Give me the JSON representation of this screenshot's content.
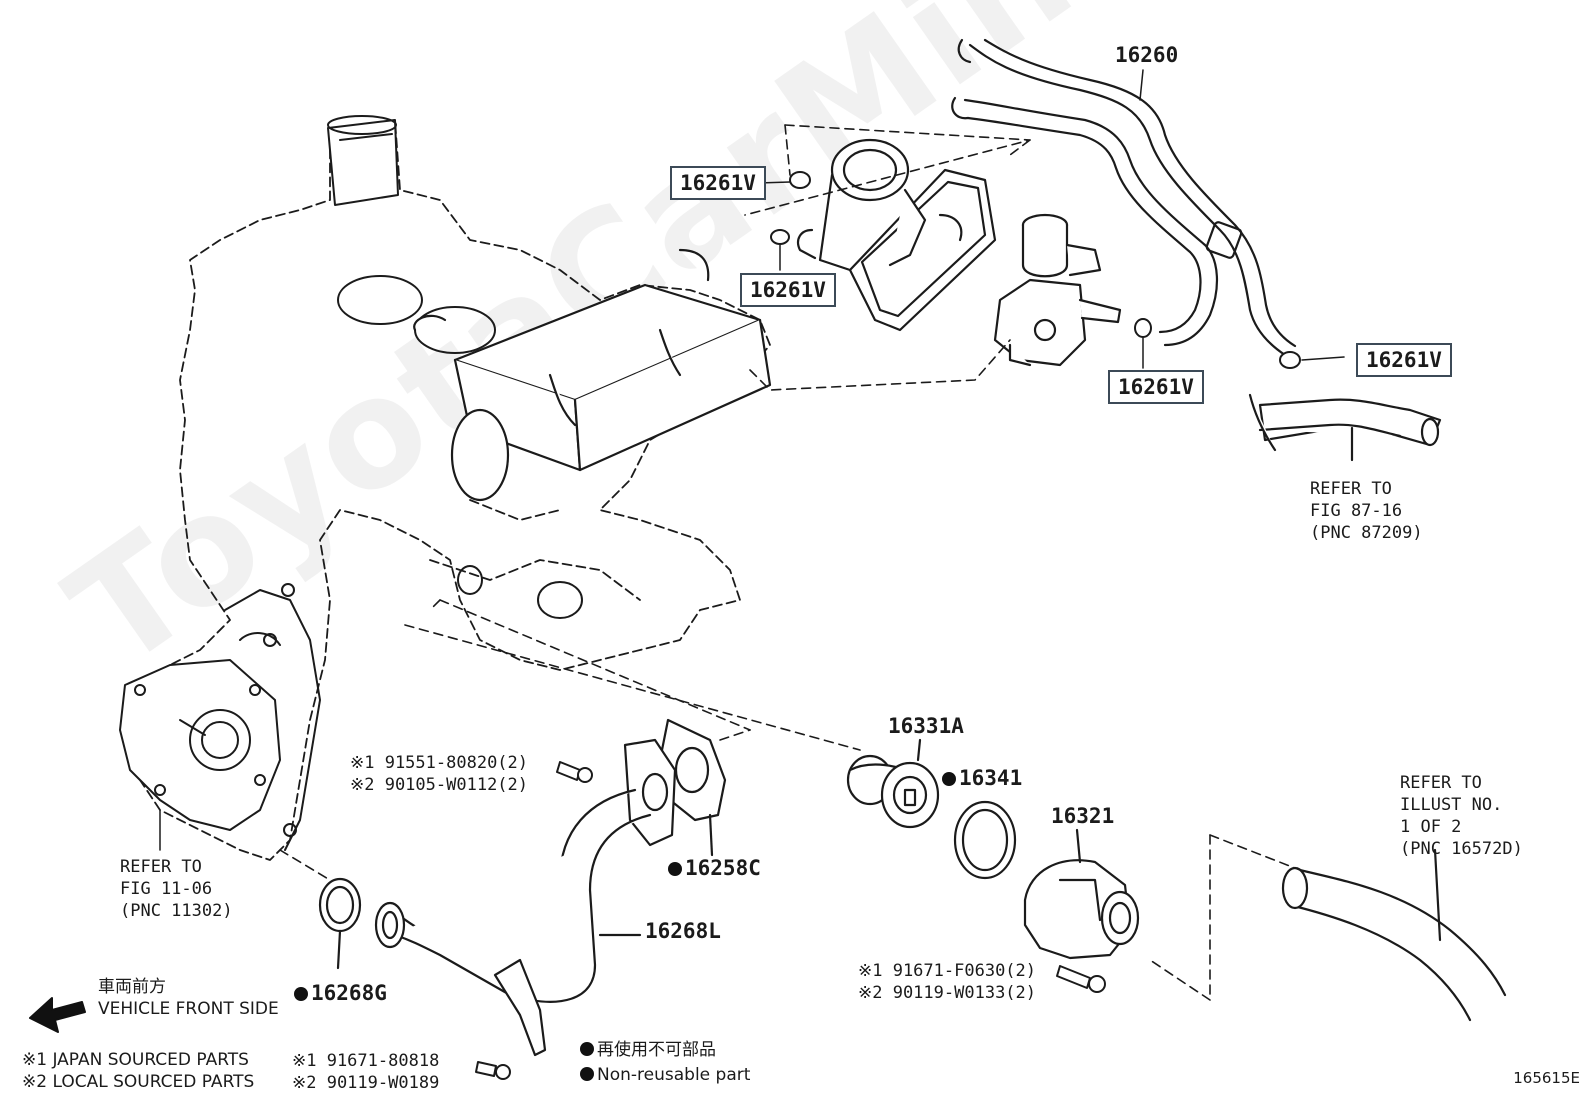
{
  "watermark": "ToyotaCarMine.ru",
  "callouts": {
    "p16260": "16260",
    "p16261v_a": "16261V",
    "p16261v_b": "16261V",
    "p16261v_c": "16261V",
    "p16261v_d": "16261V",
    "p16331a": "16331A",
    "p16341": "16341",
    "p16321": "16321",
    "p16258c": "16258C",
    "p16268l": "16268L",
    "p16268g": "16268G"
  },
  "references": {
    "fig8716": [
      "REFER TO",
      "FIG 87-16",
      "(PNC 87209)"
    ],
    "fig1106": [
      "REFER TO",
      "FIG 11-06",
      "(PNC 11302)"
    ],
    "illust": [
      "REFER TO",
      "ILLUST NO.",
      "1 OF 2",
      "(PNC 16572D)"
    ]
  },
  "bolts": {
    "b1": [
      "※1 91551-80820(2)",
      "※2 90105-W0112(2)"
    ],
    "b2": [
      "※1 91671-F0630(2)",
      "※2 90119-W0133(2)"
    ],
    "b3": [
      "※1 91671-80818",
      "※2 90119-W0189"
    ]
  },
  "legend": {
    "front_jp": "車両前方",
    "front_en": "VEHICLE FRONT SIDE",
    "src1": "※1 JAPAN SOURCED PARTS",
    "src2": "※2 LOCAL SOURCED PARTS",
    "nonreuse_jp": "再使用不可部品",
    "nonreuse_en": "Non-reusable part"
  },
  "figure_id": "165615E"
}
